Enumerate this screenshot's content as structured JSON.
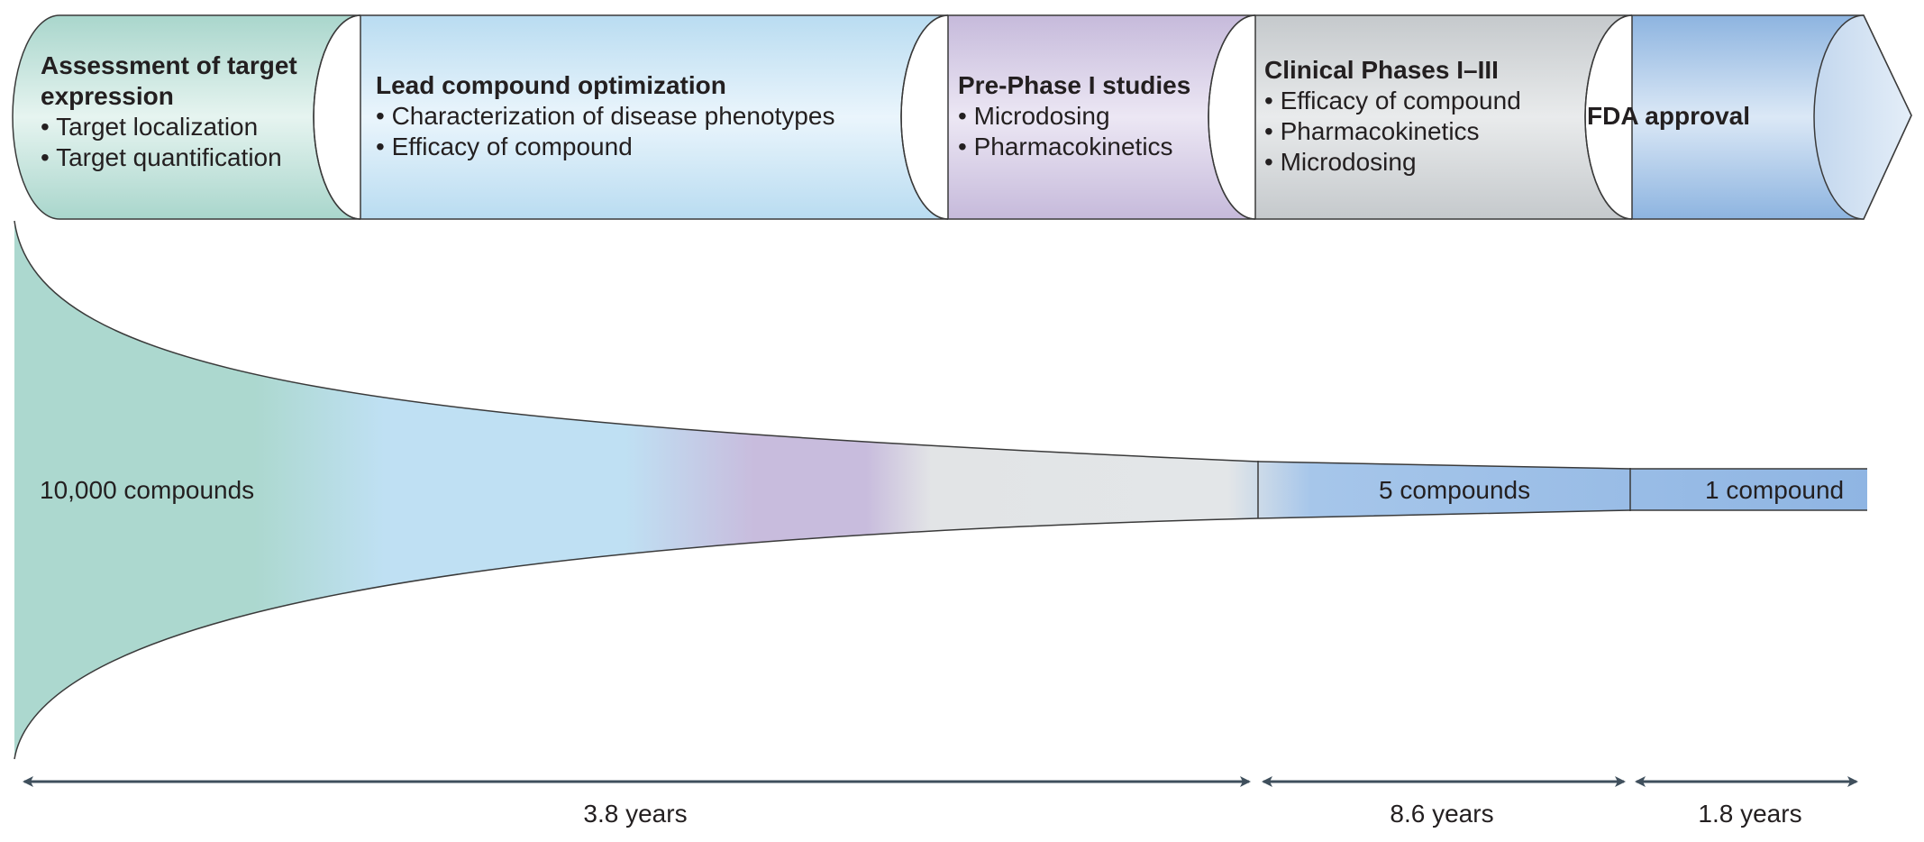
{
  "stages": [
    {
      "title_lines": [
        "Assessment of target",
        "expression"
      ],
      "bullets": [
        "• Target localization",
        "• Target quantification"
      ]
    },
    {
      "title_lines": [
        "Lead compound optimization"
      ],
      "bullets": [
        "• Characterization of disease phenotypes",
        "• Efficacy of compound"
      ]
    },
    {
      "title_lines": [
        "Pre-Phase I studies"
      ],
      "bullets": [
        "• Microdosing",
        "• Pharmacokinetics"
      ]
    },
    {
      "title_lines": [
        "Clinical Phases I–III"
      ],
      "bullets": [
        "• Efficacy of compound",
        "• Pharmacokinetics",
        "• Microdosing"
      ]
    },
    {
      "title_lines": [
        "FDA approval"
      ],
      "bullets": []
    }
  ],
  "funnel": {
    "counts": [
      "10,000 compounds",
      "5 compounds",
      "1 compound"
    ]
  },
  "timeline": {
    "durations": [
      "3.8 years",
      "8.6 years",
      "1.8 years"
    ]
  },
  "colors": {
    "green": "#b2dbd2",
    "blue": "#bfe0f3",
    "purple": "#c8bcdd",
    "gray": "#d2d6d8",
    "fda_blue": "#8fb6e2",
    "outline": "#3a3a3a",
    "arrow": "#3f4f5c"
  }
}
